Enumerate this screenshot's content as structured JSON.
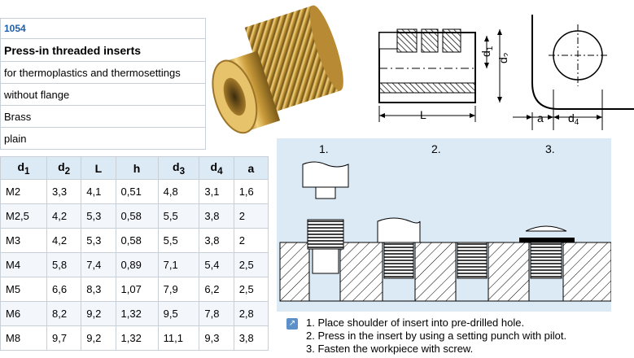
{
  "product": {
    "code": "1054",
    "title": "Press-in threaded inserts",
    "properties": [
      "for thermoplastics and thermosettings",
      "without flange",
      "Brass",
      "plain"
    ]
  },
  "table": {
    "headers": [
      {
        "base": "d",
        "sub": "1"
      },
      {
        "base": "d",
        "sub": "2"
      },
      {
        "base": "L",
        "sub": ""
      },
      {
        "base": "h",
        "sub": ""
      },
      {
        "base": "d",
        "sub": "3"
      },
      {
        "base": "d",
        "sub": "4"
      },
      {
        "base": "a",
        "sub": ""
      }
    ],
    "rows": [
      [
        "M2",
        "3,3",
        "4,1",
        "0,51",
        "4,8",
        "3,1",
        "1,6"
      ],
      [
        "M2,5",
        "4,2",
        "5,3",
        "0,58",
        "5,5",
        "3,8",
        "2"
      ],
      [
        "M3",
        "4,2",
        "5,3",
        "0,58",
        "5,5",
        "3,8",
        "2"
      ],
      [
        "M4",
        "5,8",
        "7,4",
        "0,89",
        "7,1",
        "5,4",
        "2,5"
      ],
      [
        "M5",
        "6,6",
        "8,3",
        "1,07",
        "7,9",
        "6,2",
        "2,5"
      ],
      [
        "M6",
        "8,2",
        "9,2",
        "1,32",
        "9,5",
        "7,8",
        "2,8"
      ],
      [
        "M8",
        "9,7",
        "9,2",
        "1,32",
        "11,1",
        "9,3",
        "3,8"
      ]
    ]
  },
  "drawing": {
    "d1": "d",
    "d1_sub": "1",
    "d2": "d",
    "d2_sub": "2",
    "L": "L",
    "a": "a",
    "d4": "d",
    "d4_sub": "4"
  },
  "steps": {
    "numbers": [
      "1.",
      "2.",
      "3."
    ],
    "instructions": [
      "1. Place shoulder of insert into pre-drilled hole.",
      "2. Press in the insert by using a setting punch with pilot.",
      "3. Fasten the workpiece with screw."
    ]
  },
  "colors": {
    "accent": "#1c5fa8",
    "panel": "#dceaf6",
    "brass": "#d6a94a"
  }
}
